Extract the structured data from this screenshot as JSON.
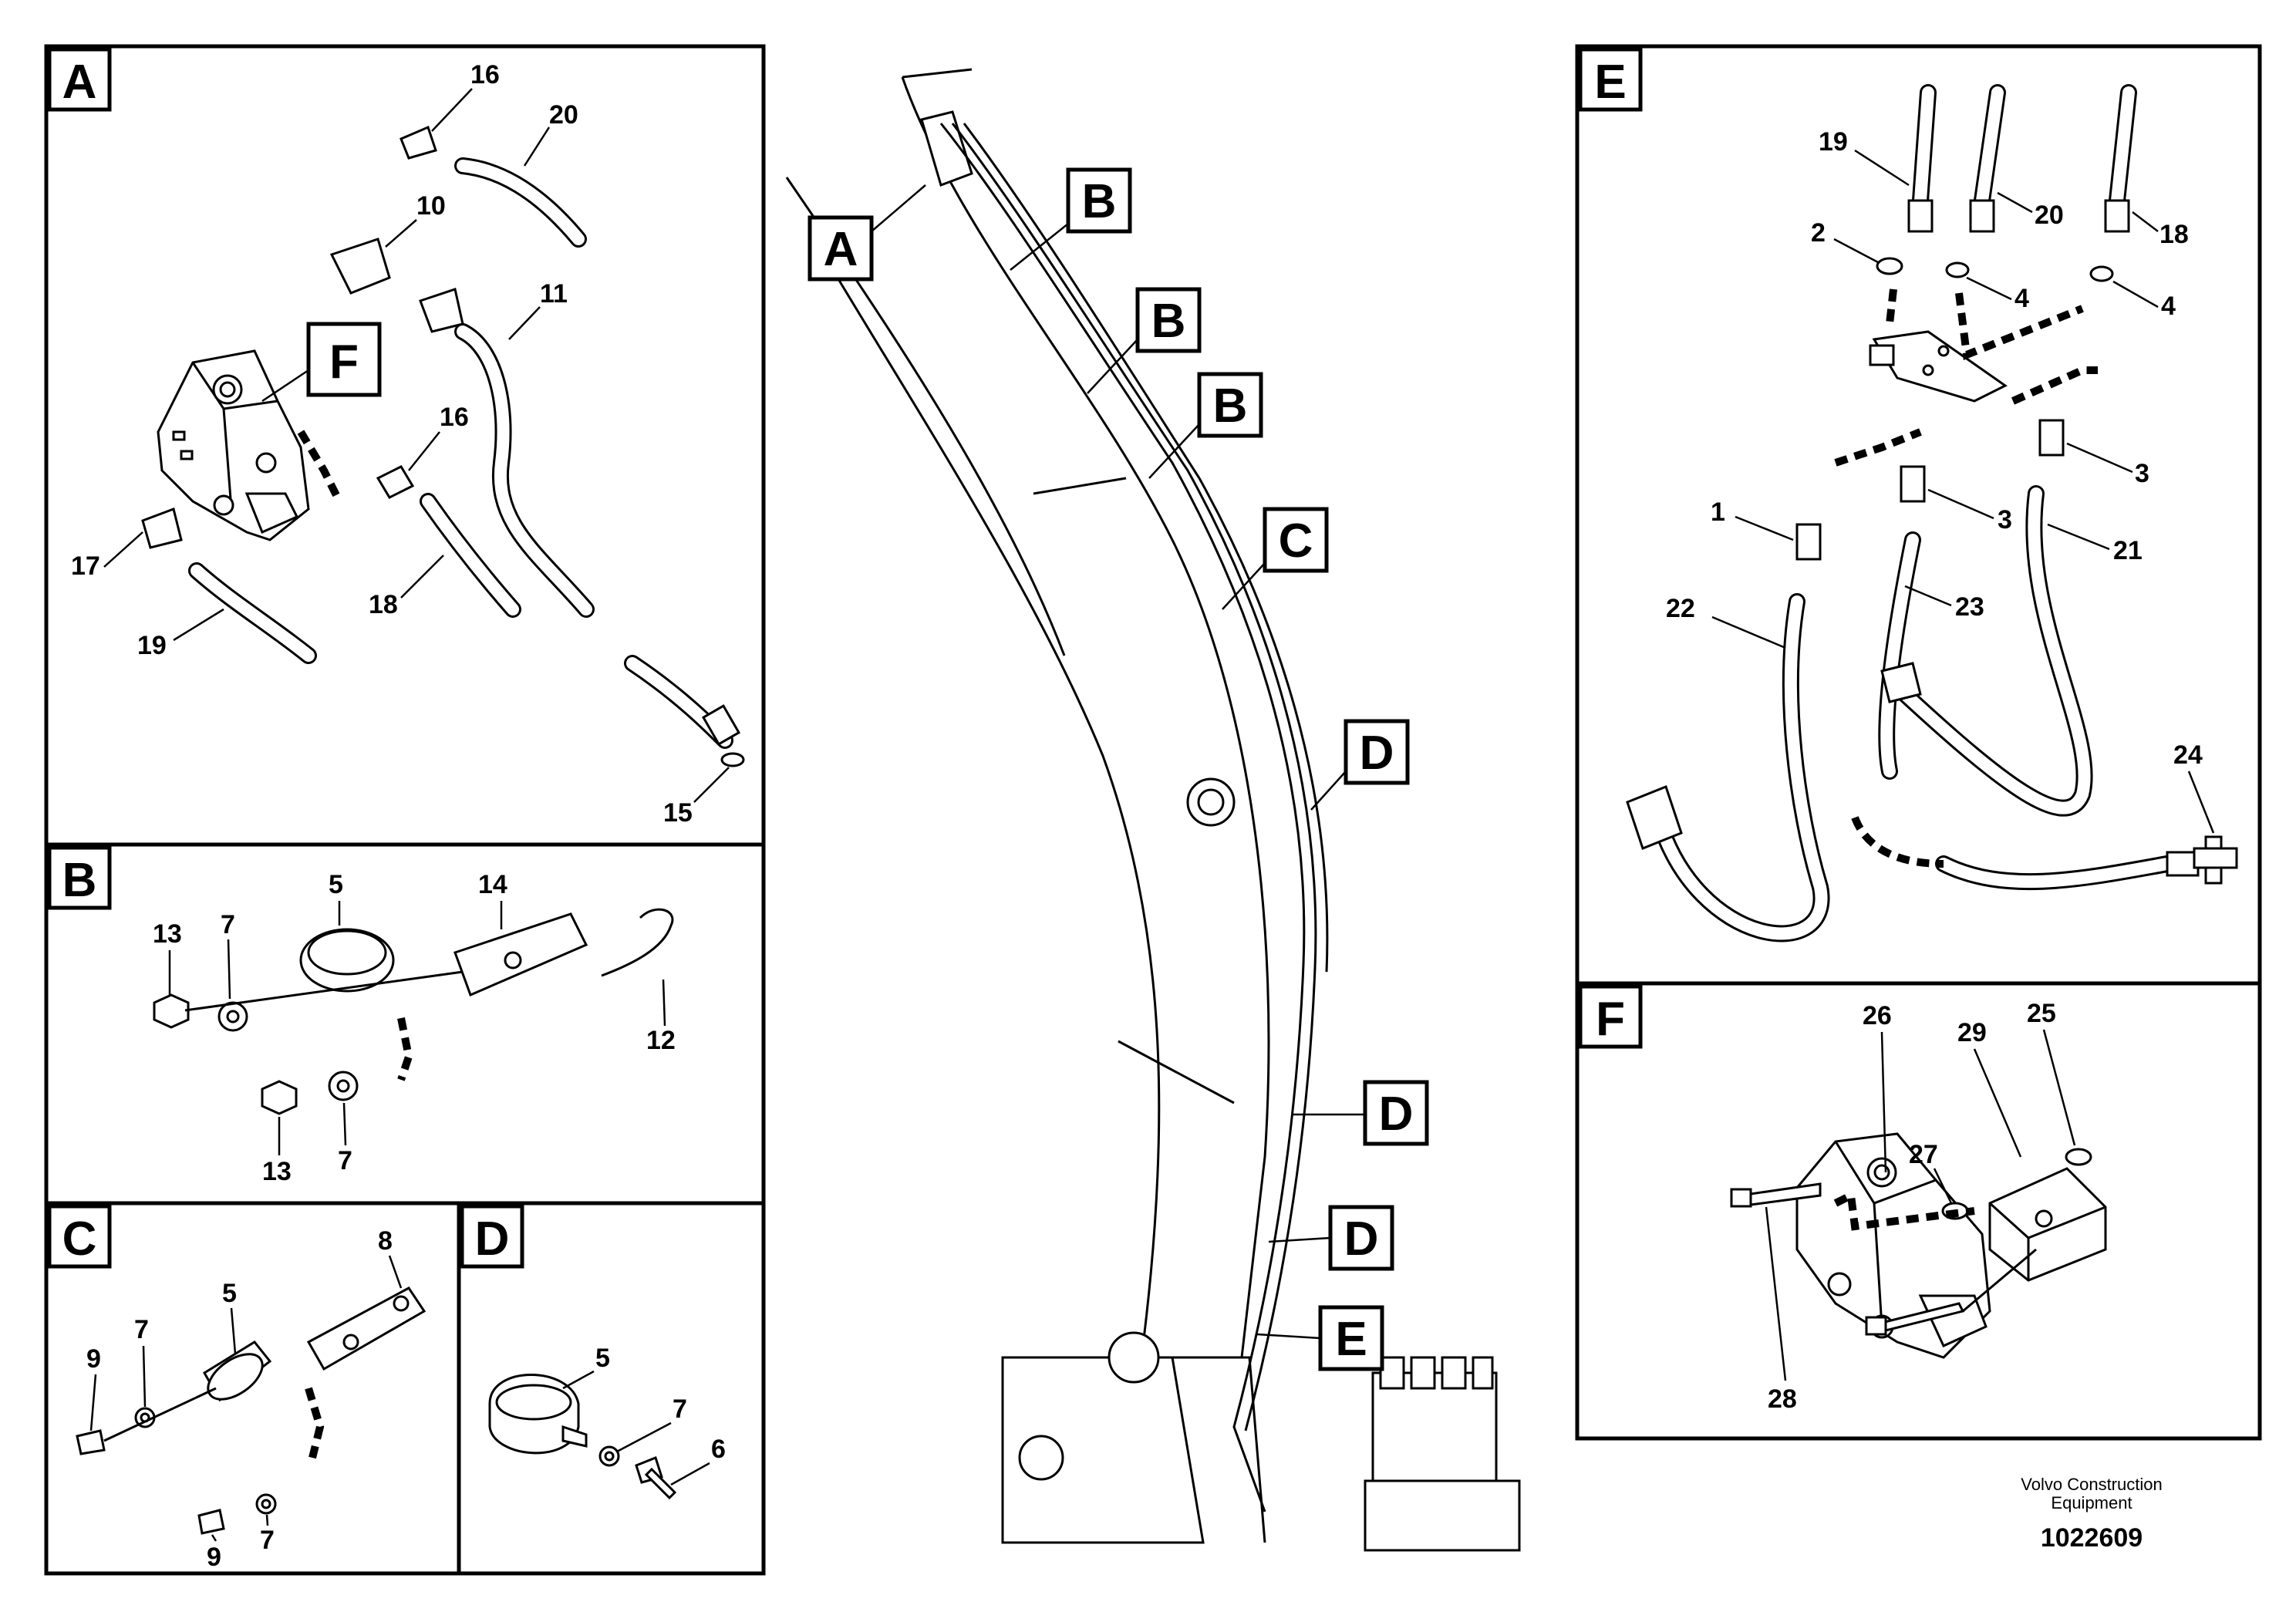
{
  "panels": {
    "A": {
      "tag": "A",
      "callouts": {
        "c16a": "16",
        "c20": "20",
        "c10": "10",
        "c11": "11",
        "c16b": "16",
        "c17": "17",
        "c18": "18",
        "c19": "19",
        "c15": "15"
      },
      "detail_tag": "F"
    },
    "B": {
      "tag": "B",
      "callouts": {
        "c13a": "13",
        "c7a": "7",
        "c5": "5",
        "c14": "14",
        "c12": "12",
        "c13b": "13",
        "c7b": "7"
      }
    },
    "C": {
      "tag": "C",
      "callouts": {
        "c8": "8",
        "c5": "5",
        "c9a": "9",
        "c7a": "7",
        "c9b": "9",
        "c7b": "7"
      }
    },
    "D": {
      "tag": "D",
      "callouts": {
        "c5": "5",
        "c7": "7",
        "c6": "6"
      }
    },
    "E": {
      "tag": "E",
      "callouts": {
        "c19": "19",
        "c20": "20",
        "c18": "18",
        "c2": "2",
        "c4a": "4",
        "c4b": "4",
        "c3a": "3",
        "c3b": "3",
        "c1": "1",
        "c21": "21",
        "c22": "22",
        "c23": "23",
        "c24": "24"
      }
    },
    "F": {
      "tag": "F",
      "callouts": {
        "c26": "26",
        "c29": "29",
        "c25": "25",
        "c27": "27",
        "c28": "28"
      }
    }
  },
  "boom_labels": [
    "A",
    "B",
    "B",
    "B",
    "C",
    "D",
    "D",
    "D",
    "E"
  ],
  "footer": {
    "company_line1": "Volvo Construction",
    "company_line2": "Equipment",
    "drawing_number": "1022609"
  }
}
